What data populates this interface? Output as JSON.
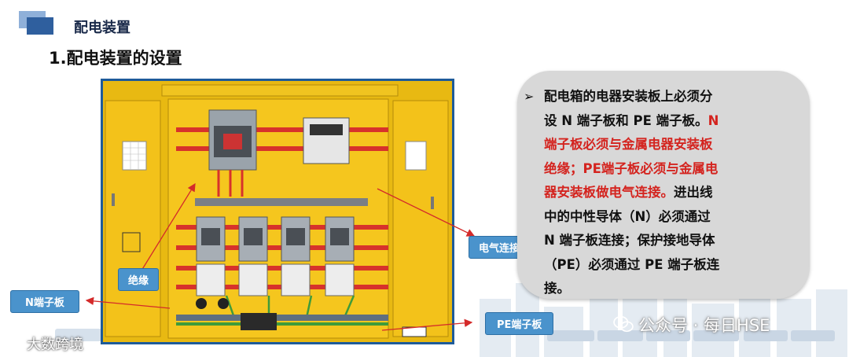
{
  "header": {
    "title": "配电装置",
    "subtitle": "1.配电装置的设置"
  },
  "labels": {
    "insulation": "绝缘",
    "n_terminal": "N端子板",
    "electrical_connection": "电气连接",
    "pe_terminal": "PE端子板"
  },
  "bubble": {
    "marker": "➢",
    "line1": "配电箱的电器安装板上必须分",
    "line2_a": "设 N 端子板和 PE 端子板。",
    "line2_b": "N",
    "line3": "端子板必须与金属电器安装板",
    "line4": "绝缘；PE端子板必须与金属电",
    "line5_a": "器安装板做电气连接。",
    "line5_b": "进出线",
    "line6": "中的中性导体（N）必须通过",
    "line7": "N 端子板连接；保护接地导体",
    "line8": "（PE）必须通过 PE 端子板连",
    "line9": "接。"
  },
  "watermarks": {
    "left": "大数跨境",
    "right": "公众号 · 每日HSE"
  },
  "colors": {
    "cabinet": "#f3c21a",
    "busbar": "#d7322b",
    "label_bg": "#4a93cc",
    "emphasis_red": "#d4241f",
    "arrow": "#d42a2a"
  },
  "icons": {
    "bullet": "arrow-bullet-icon",
    "wm_left": "cloud-logo-icon",
    "wm_right": "wechat-icon"
  }
}
